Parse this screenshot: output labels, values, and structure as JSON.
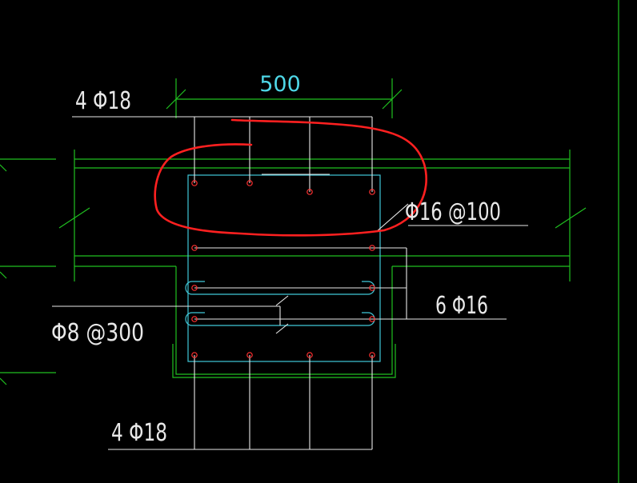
{
  "dimension": {
    "text": "500"
  },
  "labels": {
    "top_bars": "4 Φ18",
    "stirrup_main": "Φ16 @100",
    "side_bars": "6 Φ16",
    "tie_bars": "Φ8 @300",
    "bottom_bars": "4 Φ18"
  },
  "colors": {
    "background": "#000000",
    "slab_lines": "#20c020",
    "rebar_cage": "#40c8d8",
    "leader_lines": "#e8e8e8",
    "rebar_dots": "#ff3030",
    "markup": "#ff2020",
    "dimension_text": "#4fd8e8"
  }
}
